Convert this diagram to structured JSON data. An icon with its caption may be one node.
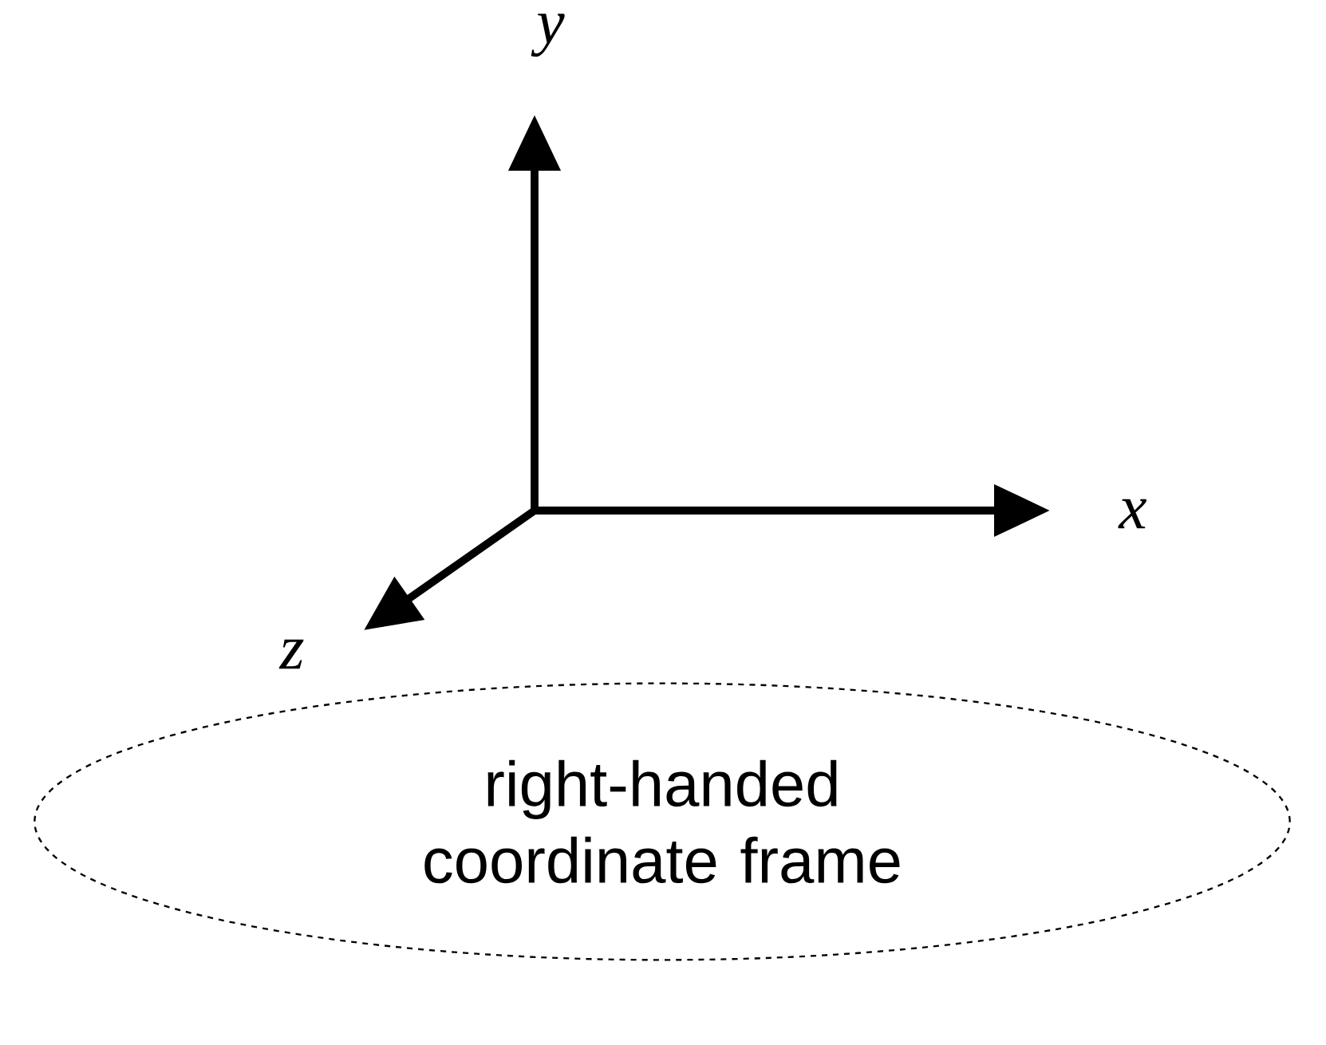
{
  "diagram": {
    "nodes": [
      {
        "text": [
          "right-handed coordinate frame"
        ]
      }
    ],
    "labels": [
      "y",
      "x",
      "z"
    ]
  }
}
